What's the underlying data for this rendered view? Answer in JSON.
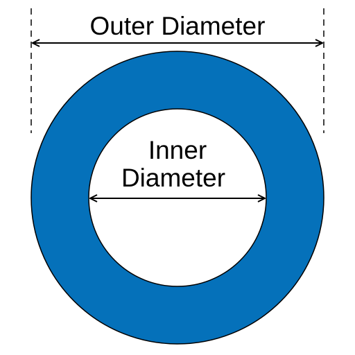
{
  "labels": {
    "outer": "Outer Diameter",
    "inner_line1": "Inner",
    "inner_line2": "Diameter"
  },
  "colors": {
    "ring_fill": "#0571BA",
    "stroke": "#000000",
    "background": "#FFFFFF"
  }
}
